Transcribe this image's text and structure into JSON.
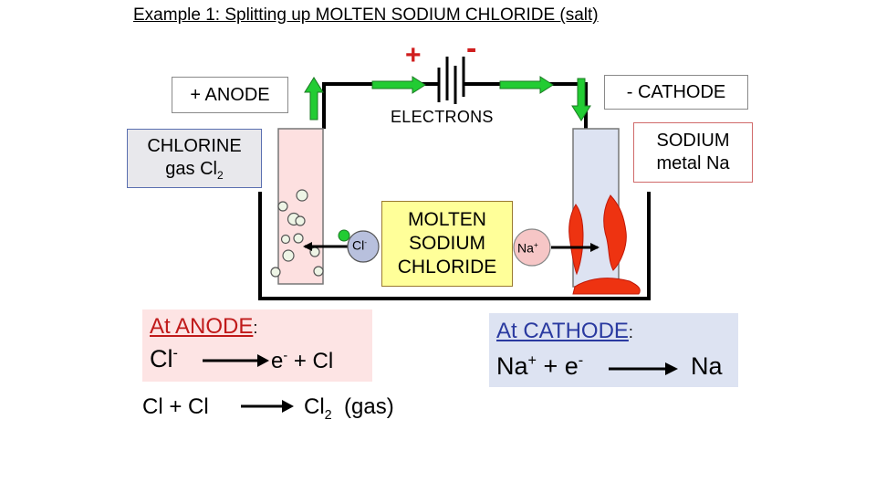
{
  "title": "Example 1: Splitting up MOLTEN SODIUM CHLORIDE (salt)",
  "battery": {
    "plus": "+",
    "minus": "-"
  },
  "labels": {
    "anode": "+ ANODE",
    "cathode": "- CATHODE",
    "electrons": "ELECTRONS",
    "chlorine_line1": "CHLORINE",
    "chlorine_line2": "gas Cl",
    "chlorine_sub": "2",
    "sodium_line1": "SODIUM",
    "sodium_line2": "metal Na",
    "molten_line1": "MOLTEN",
    "molten_line2": "SODIUM",
    "molten_line3": "CHLORIDE",
    "cl_ion": "Cl",
    "cl_ion_charge": "-",
    "na_ion": "Na",
    "na_ion_charge": "+"
  },
  "anode_eq": {
    "title": "At ANODE",
    "colon": ":",
    "reactant": "Cl",
    "reactant_charge": "-",
    "product_e": "e",
    "product_e_charge": "-",
    "product_rest": " + Cl"
  },
  "anode_eq2": {
    "reactant": "Cl + Cl",
    "product": "Cl",
    "product_sub": "2",
    "product_state": "(gas)"
  },
  "cathode_eq": {
    "title": "At CATHODE",
    "colon": ":",
    "reactant_na": "Na",
    "reactant_na_charge": "+",
    "reactant_plus": " + e",
    "reactant_e_charge": "-",
    "product": "Na"
  },
  "colors": {
    "anode_electrode": "#fde0e0",
    "cathode_electrode": "#dde3f2",
    "arrow_green": "#22cc33",
    "sodium_red": "#ee3311",
    "battery_red": "#d01e1e",
    "cl_ion": "#b8c0dd",
    "na_ion": "#f6c6c6"
  }
}
